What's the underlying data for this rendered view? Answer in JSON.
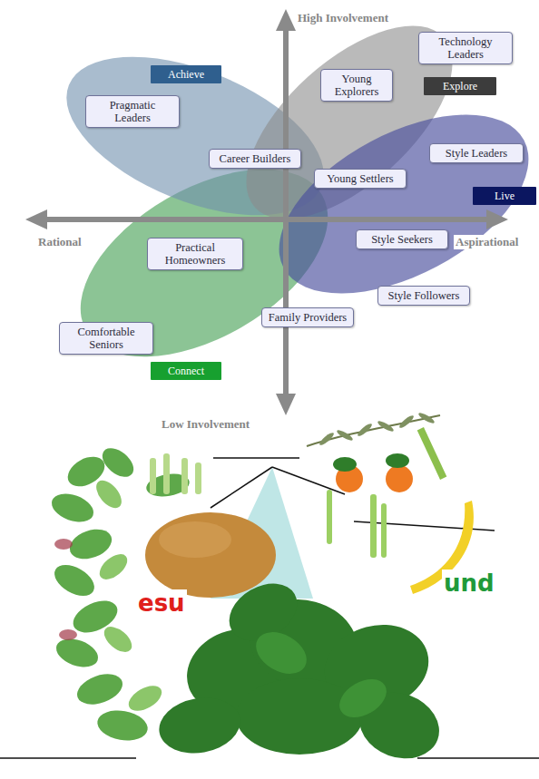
{
  "diagram": {
    "nodes": [
      {
        "text": [
          "Technology Leaders"
        ]
      },
      {
        "text": [
          "Achieve"
        ]
      },
      {
        "text": [
          "Young Explorers"
        ]
      },
      {
        "text": [
          "Explore"
        ]
      },
      {
        "text": [
          "Pragmatic Leaders"
        ]
      },
      {
        "text": [
          "Career Builders"
        ]
      },
      {
        "text": [
          "Style Leaders"
        ]
      },
      {
        "text": [
          "Young Settlers"
        ]
      },
      {
        "text": [
          "Live"
        ]
      },
      {
        "text": [
          "Style Seekers"
        ]
      },
      {
        "text": [
          "Practical Homeowners"
        ]
      },
      {
        "text": [
          "Style Followers"
        ]
      },
      {
        "text": [
          "Family Providers"
        ]
      },
      {
        "text": [
          "Comfortable Seniors"
        ]
      },
      {
        "text": [
          "Connect"
        ]
      }
    ],
    "labels": [
      "High Involvement",
      "Rational",
      "Aspirational",
      "Low Involvement",
      "esu",
      "und"
    ]
  }
}
